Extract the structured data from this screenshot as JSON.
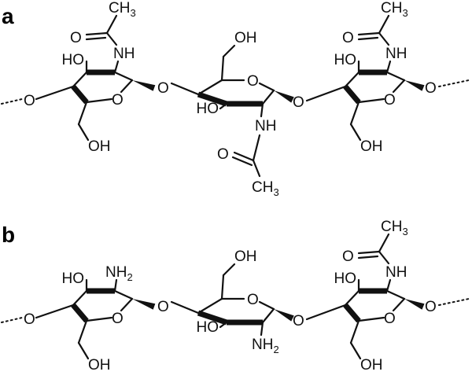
{
  "panels": [
    {
      "letter": "a",
      "residues": [
        {
          "ring_o": "O",
          "oh_left": "HO",
          "ch2oh": "OH",
          "substituent": {
            "type": "acetamido",
            "nh": "NH",
            "carbonyl_o": "O",
            "methyl": "CH",
            "methyl_sub": "3"
          }
        },
        {
          "ring_o": "O",
          "oh_left": "HO",
          "ch2oh": "OH",
          "substituent": {
            "type": "acetamido",
            "nh": "NH",
            "carbonyl_o": "O",
            "methyl": "CH",
            "methyl_sub": "3"
          }
        },
        {
          "ring_o": "O",
          "oh_left": "HO",
          "ch2oh": "OH",
          "substituent": {
            "type": "acetamido",
            "nh": "NH",
            "carbonyl_o": "O",
            "methyl": "CH",
            "methyl_sub": "3"
          }
        }
      ],
      "glycosidic_o": [
        "O",
        "O",
        "O",
        "O"
      ]
    },
    {
      "letter": "b",
      "residues": [
        {
          "ring_o": "O",
          "oh_left": "HO",
          "ch2oh": "OH",
          "substituent": {
            "type": "amine",
            "label": "NH",
            "label_sub": "2"
          }
        },
        {
          "ring_o": "O",
          "oh_left": "HO",
          "ch2oh": "OH",
          "substituent": {
            "type": "amine",
            "label": "NH",
            "label_sub": "2"
          }
        },
        {
          "ring_o": "O",
          "oh_left": "HO",
          "ch2oh": "OH",
          "substituent": {
            "type": "acetamido",
            "nh": "NH",
            "carbonyl_o": "O",
            "methyl": "CH",
            "methyl_sub": "3"
          }
        }
      ],
      "glycosidic_o": [
        "O",
        "O",
        "O",
        "O"
      ]
    }
  ]
}
